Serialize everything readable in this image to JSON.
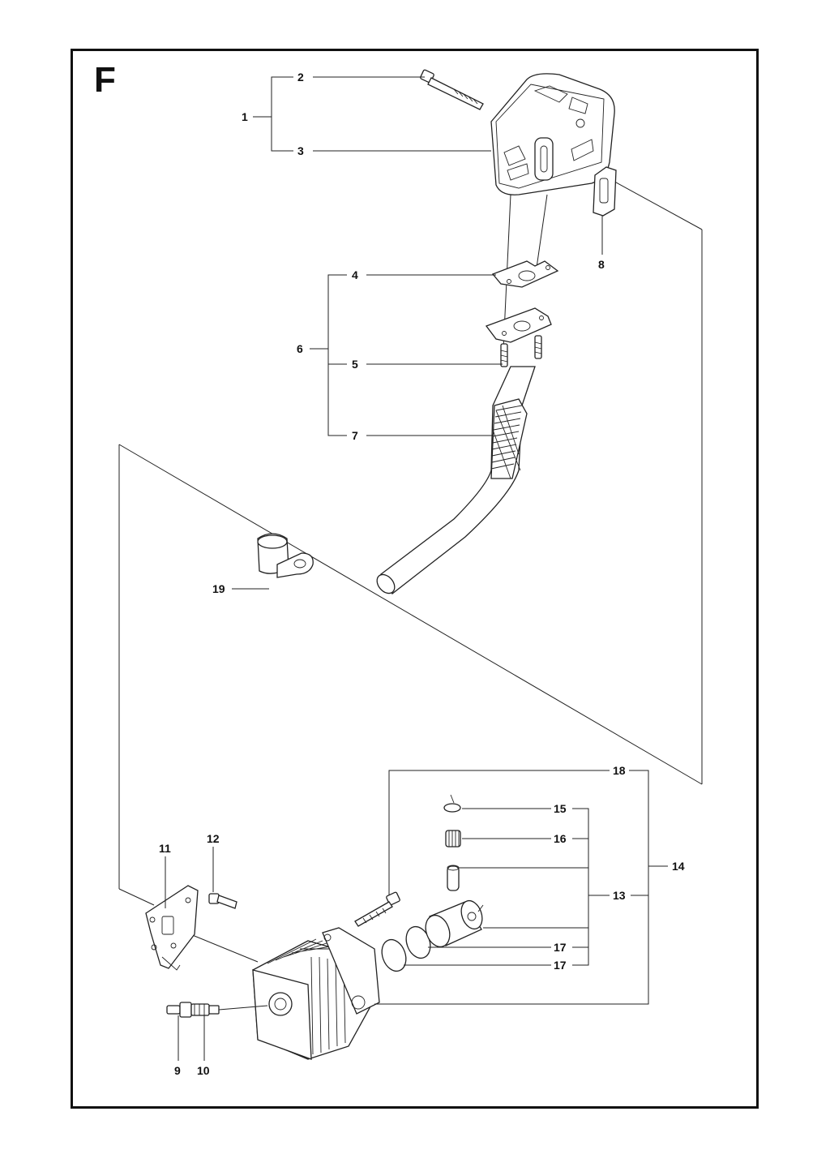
{
  "section": "F",
  "callouts": {
    "c1": "1",
    "c2": "2",
    "c3": "3",
    "c4": "4",
    "c5": "5",
    "c6": "6",
    "c7": "7",
    "c8": "8",
    "c9": "9",
    "c10": "10",
    "c11": "11",
    "c12": "12",
    "c13": "13",
    "c14": "14",
    "c15": "15",
    "c16": "16",
    "c17a": "17",
    "c17b": "17",
    "c18": "18",
    "c19": "19"
  }
}
